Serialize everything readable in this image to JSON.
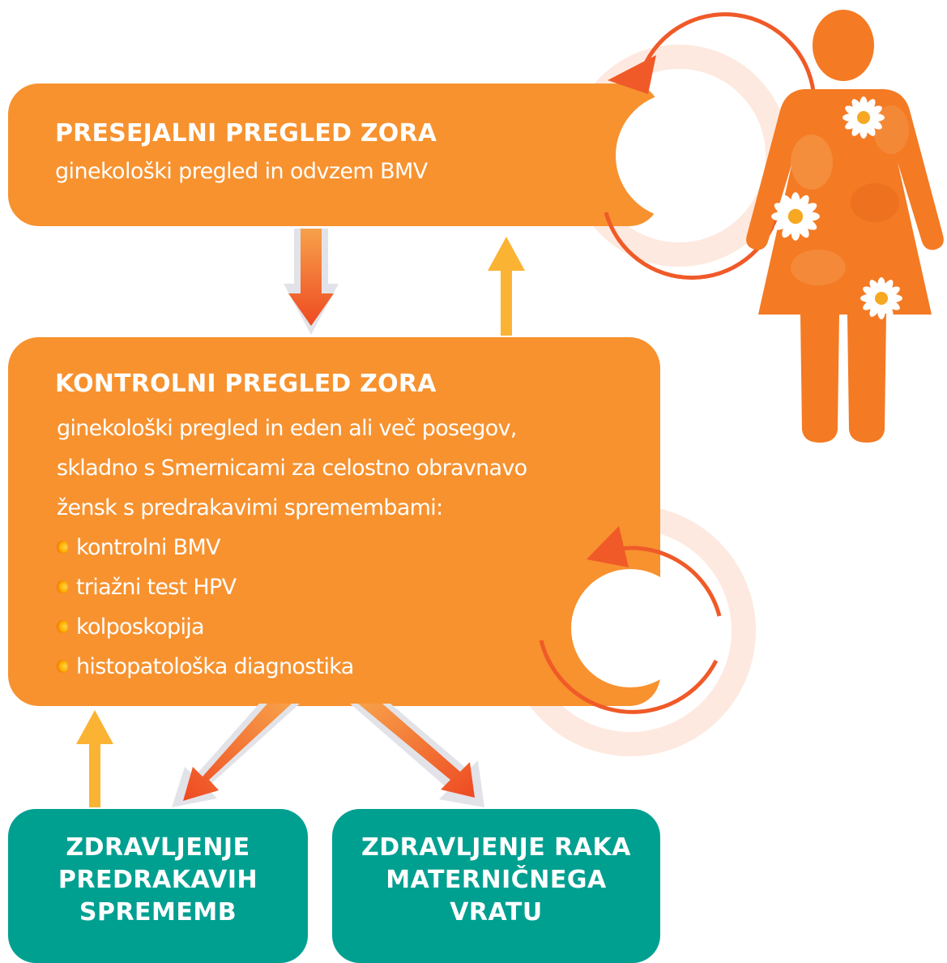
{
  "colors": {
    "orange_box": "#f7922f",
    "teal_box": "#00a091",
    "arrow_red": "#ee4f24",
    "arrow_yellow": "#fbb334",
    "arrow_shadow": "#e2e3e8",
    "cycle_arrow": "#f05a28",
    "cycle_halo": "#fde9df",
    "figure_orange": "#f47a24"
  },
  "screening": {
    "title": "PRESEJALNI PREGLED ZORA",
    "subtitle": "ginekološki pregled in odvzem BMV"
  },
  "control": {
    "title": "KONTROLNI PREGLED ZORA",
    "lines": [
      "ginekološki pregled in eden ali več posegov,",
      "skladno s Smernicami za celostno obravnavo",
      "žensk s predrakavimi spremembami:"
    ],
    "bullets": [
      "kontrolni BMV",
      "triažni test HPV",
      "kolposkopija",
      "histopatološka diagnostika"
    ]
  },
  "outcomes": {
    "precancer": [
      "ZDRAVLJENJE",
      "PREDRAKAVIH",
      "SPREMEMB"
    ],
    "cancer": [
      "ZDRAVLJENJE RAKA",
      "MATERNIČNEGA",
      "VRATU"
    ]
  },
  "icons": {
    "woman": "woman-figure-icon",
    "flower": "daisy-flower-icon",
    "cycle": "circular-arrow-icon"
  }
}
